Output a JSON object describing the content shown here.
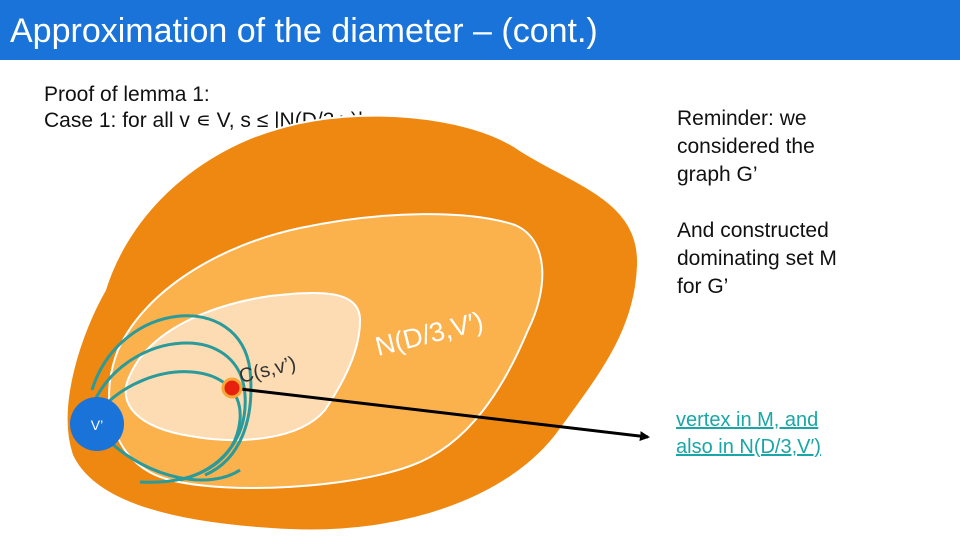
{
  "slide": {
    "title": "Approximation  of the diameter  – (cont.)"
  },
  "proof": {
    "line1": "Proof of lemma 1:",
    "line2": "Case 1: for all v ∊ V, s ≤ |N(D/3,v)|:"
  },
  "reminder": {
    "lines": [
      "Reminder: we",
      "considered the",
      "graph G’",
      "",
      "And constructed",
      "dominating set M",
      "for G’"
    ]
  },
  "diagram": {
    "outer_label": "N(D/3,V′)",
    "center_label": "C(s,v’)",
    "vertex_label": "V’"
  },
  "callout": {
    "line1": "vertex in M, and",
    "line2": "also in N(D/3,V′)"
  },
  "colors": {
    "title_bar": "#1a73d9",
    "outer_region": "#ee8810",
    "middle_region": "#fbb14c",
    "inner_region": "#fddcb4",
    "vertex_node": "#1a73d9",
    "center_node": "#e8200e",
    "arcs": "#2a9a9a",
    "callout_text": "#1aa6a6"
  }
}
